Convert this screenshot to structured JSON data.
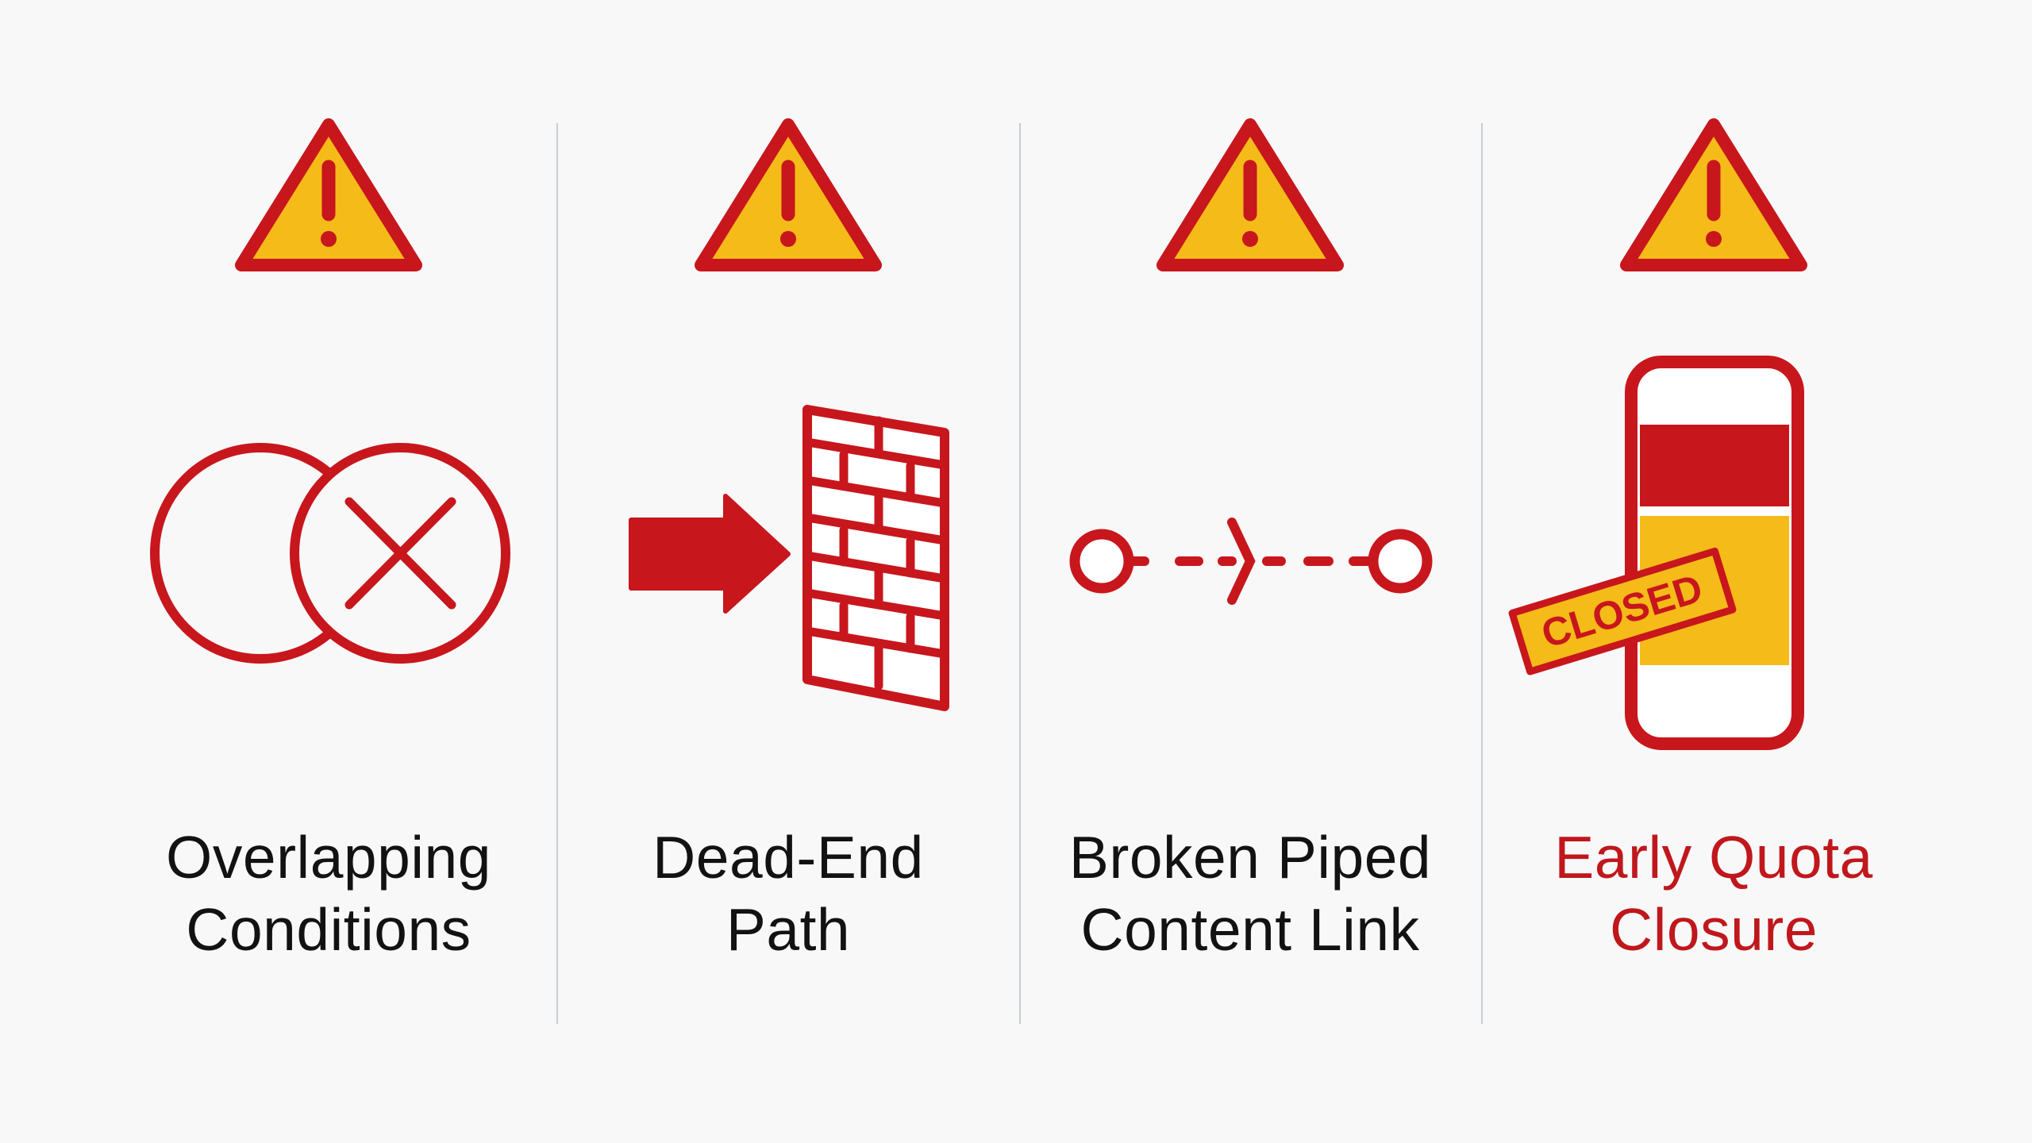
{
  "colors": {
    "accent_red": "#c8161d",
    "warning_yellow": "#f5bb18",
    "text_dark": "#121212",
    "text_red": "#c0171c",
    "divider": "#c9ced1",
    "background": "#f8f8f8"
  },
  "panels": [
    {
      "warning_icon": "warning-triangle-icon",
      "illustration_icon": "overlapping-circles-x-icon",
      "label_line1": "Overlapping",
      "label_line2": "Conditions"
    },
    {
      "warning_icon": "warning-triangle-icon",
      "illustration_icon": "arrow-into-brick-wall-icon",
      "label_line1": "Dead-End",
      "label_line2": "Path"
    },
    {
      "warning_icon": "warning-triangle-icon",
      "illustration_icon": "broken-dashed-link-icon",
      "label_line1": "Broken Piped",
      "label_line2": "Content Link"
    },
    {
      "warning_icon": "warning-triangle-icon",
      "illustration_icon": "closed-quota-container-icon",
      "stamp_text": "CLOSED",
      "label_line1": "Early Quota",
      "label_line2": "Closure"
    }
  ]
}
